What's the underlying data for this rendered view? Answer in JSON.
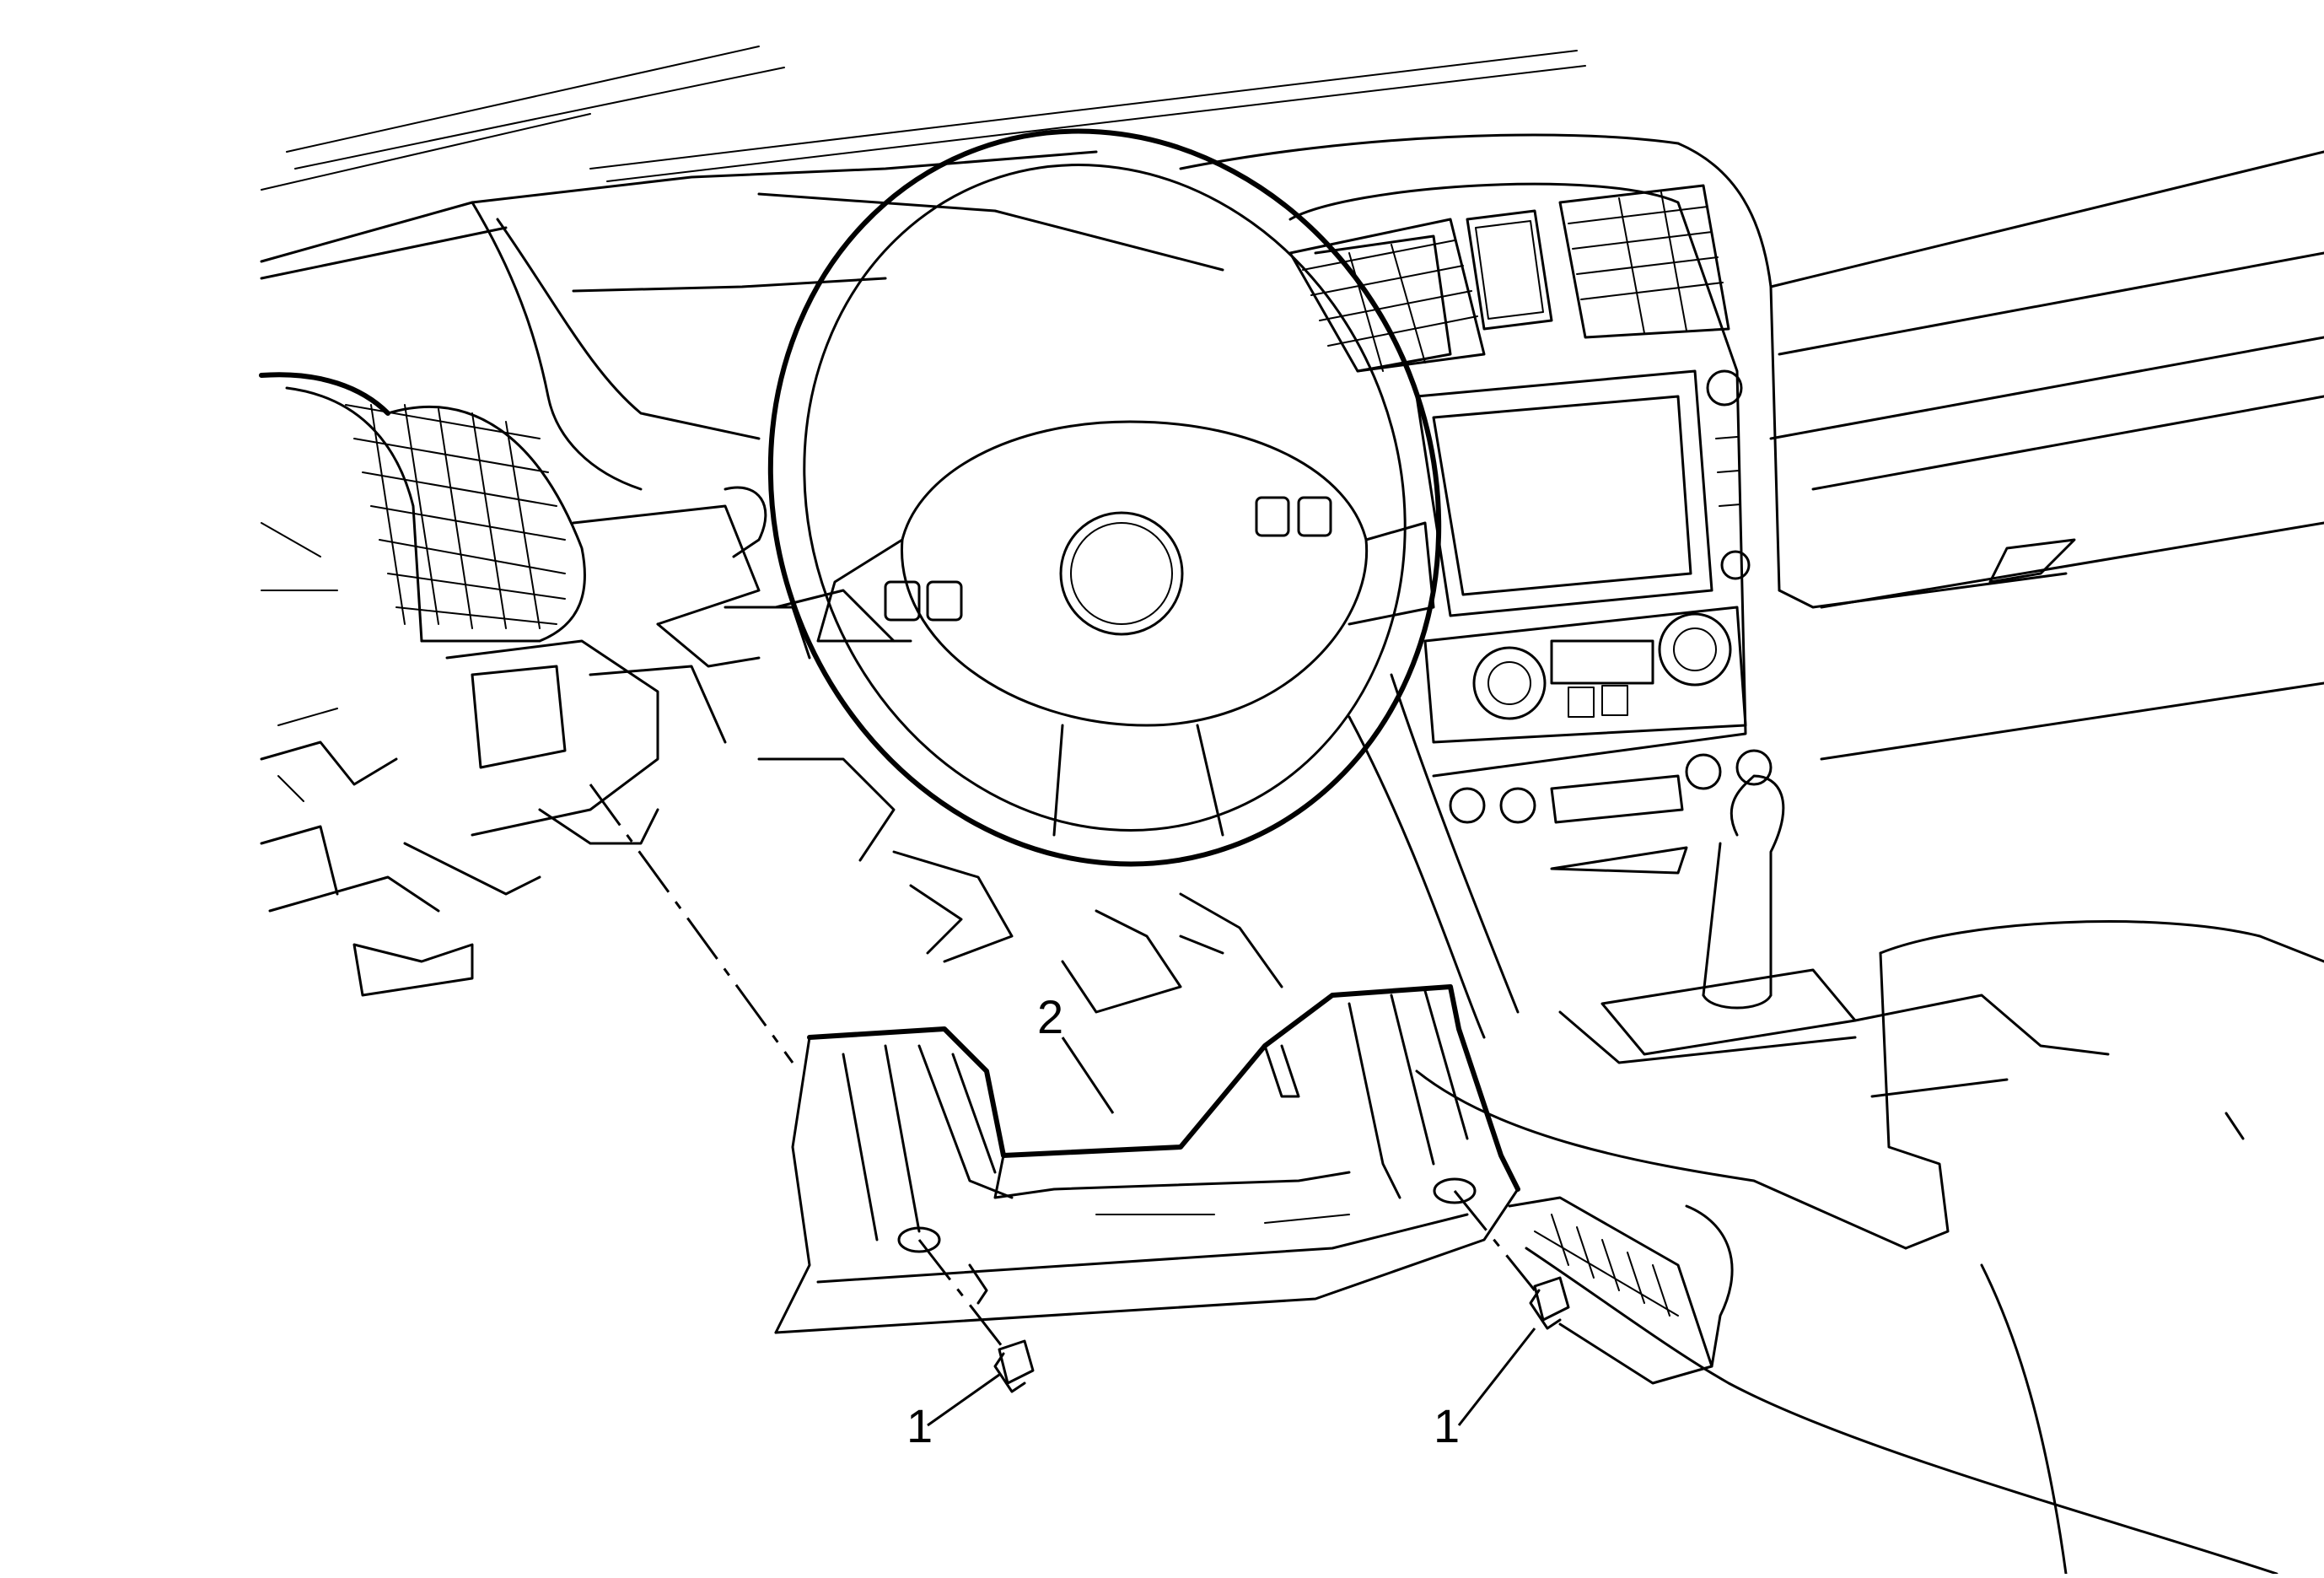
{
  "callouts": [
    {
      "id": "fastener-left",
      "label": "1"
    },
    {
      "id": "fastener-right",
      "label": "1"
    },
    {
      "id": "panel",
      "label": "2"
    }
  ]
}
